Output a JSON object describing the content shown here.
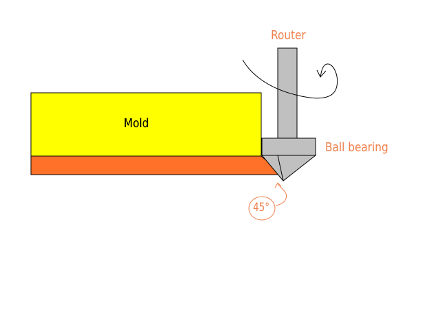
{
  "labels": {
    "mold": "Mold",
    "router": "Router",
    "ball_bearing": "Ball bearing",
    "angle": "45°"
  },
  "colors": {
    "mold_fill": "#ffff00",
    "edge_strip": "#ff7028",
    "bit_gray": "#c0c0c0",
    "outline": "#000000",
    "annotation": "#f0804c",
    "text_dark": "#000000"
  },
  "icons": {
    "rotation": "rotation-arrow-icon",
    "angle_marker": "angle-arc-icon"
  }
}
